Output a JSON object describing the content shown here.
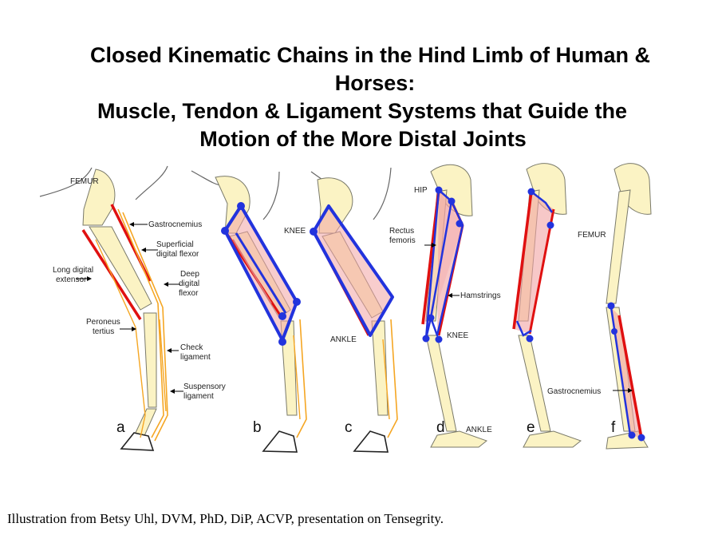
{
  "title": {
    "line1": "Closed Kinematic Chains in the Hind Limb of Human &",
    "line2": "Horses:",
    "line3": "Muscle, Tendon & Ligament Systems that Guide the",
    "line4": "Motion of the More Distal Joints"
  },
  "labels": {
    "femur_a": "FEMUR",
    "gastrocnemius_a": "Gastrocnemius",
    "superficial_1": "Superficial",
    "superficial_2": "digital flexor",
    "long_digital_1": "Long digital",
    "long_digital_2": "extensor",
    "deep_1": "Deep",
    "deep_2": "digital",
    "deep_3": "flexor",
    "peroneus_1": "Peroneus",
    "peroneus_2": "tertius",
    "check_1": "Check",
    "check_2": "ligament",
    "suspensory_1": "Suspensory",
    "suspensory_2": "ligament",
    "knee_c": "KNEE",
    "ankle_c": "ANKLE",
    "hip_d": "HIP",
    "rectus_1": "Rectus",
    "rectus_2": "femoris",
    "hamstrings": "Hamstrings",
    "knee_d": "KNEE",
    "ankle_d": "ANKLE",
    "femur_f": "FEMUR",
    "gastrocnemius_f": "Gastrocnemius"
  },
  "panels": [
    "a",
    "b",
    "c",
    "d",
    "e",
    "f"
  ],
  "colors": {
    "bone": "#fbf3c4",
    "bone_stroke": "#7a7a6a",
    "muscle_red": "#e01010",
    "chain_blue": "#2233dd",
    "fill_pink": "#f2a4a4",
    "tendon_orange": "#f5a623"
  },
  "caption": "Illustration from Betsy Uhl, DVM, PhD, DiP, ACVP, presentation on Tensegrity."
}
